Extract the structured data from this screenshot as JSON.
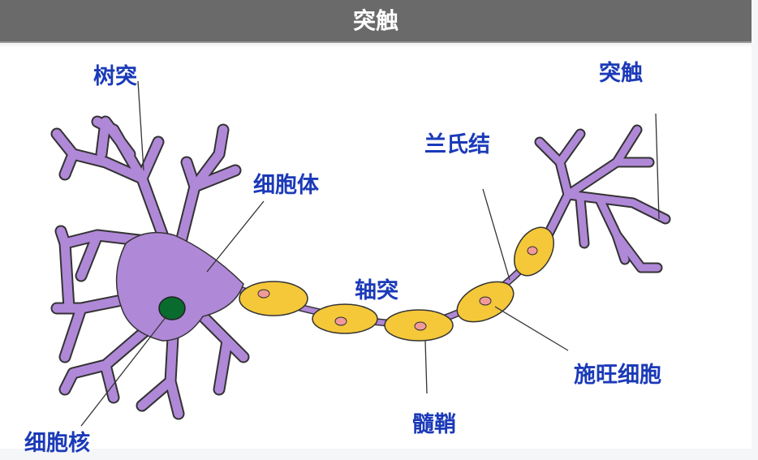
{
  "title": "突触",
  "labels": {
    "dendrite": "树突",
    "synapse": "突触",
    "node_of_ranvier": "兰氏结",
    "cell_body": "细胞体",
    "axon": "轴突",
    "schwann_cell": "施旺细胞",
    "myelin_sheath": "髓鞘",
    "nucleus": "细胞核"
  },
  "colors": {
    "header": "#6a6a6a",
    "label": "#1b3ab8",
    "neuron": "#b088d8",
    "myelin": "#f5c83a",
    "nucleus": "#0a6b2e"
  }
}
